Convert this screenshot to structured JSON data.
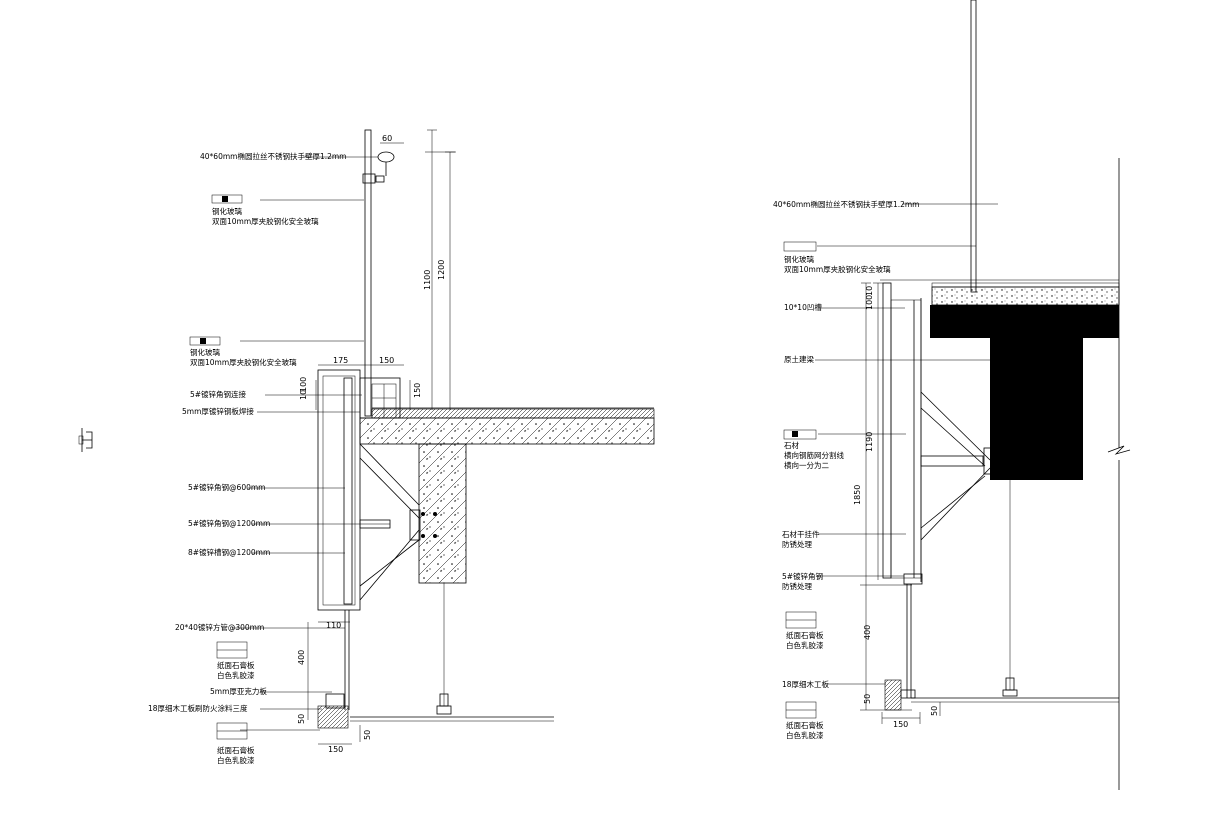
{
  "left_section": {
    "labels": {
      "handrail": "40*60mm椭圆拉丝不锈钢扶手壁厚1.2mm",
      "glass_top_1": "钢化玻璃",
      "glass_top_2": "双面10mm厚夹胶钢化安全玻璃",
      "glass_mid_1": "钢化玻璃",
      "glass_mid_2": "双面10mm厚夹胶钢化安全玻璃",
      "angle_steel_upper": "5#镀锌角钢连接",
      "steel_plate": "5mm厚镀锌钢板焊接",
      "angle_600": "5#镀锌角钢@600mm",
      "angle_1200_a": "5#镀锌角钢@1200mm",
      "angle_1200_b": "8#镀锌槽钢@1200mm",
      "square_tube": "20*40镀锌方管@300mm",
      "paint_1_1": "纸面石膏板",
      "paint_1_2": "白色乳胶漆",
      "trim_strip": "5mm厚亚克力板",
      "base_board": "18厚细木工板刷防火涂料三度",
      "paint_2_1": "纸面石膏板",
      "paint_2_2": "白色乳胶漆"
    },
    "dims": {
      "d60": "60",
      "d175": "175",
      "d150_top": "150",
      "d1100": "1100",
      "d1200": "1200",
      "d100": "100",
      "d10": "10",
      "d150_side": "150",
      "d110": "110",
      "d400": "400",
      "d50": "50",
      "d150_bottom": "150",
      "d50_b": "50"
    }
  },
  "right_section": {
    "labels": {
      "handrail": "40*60mm椭圆拉丝不锈钢扶手壁厚1.2mm",
      "glass_1": "钢化玻璃",
      "glass_2": "双面10mm厚夹胶钢化安全玻璃",
      "groove": "10*10凹槽",
      "beam": "原土建梁",
      "stone_1": "石材",
      "stone_2": "横向钢筋网分割线",
      "stone_3": "横向一分为二",
      "stone_hang_1": "石材干挂件",
      "stone_hang_2": "防锈处理",
      "angle_1": "5#镀锌角钢",
      "angle_2": "防锈处理",
      "paint_1_1": "纸面石膏板",
      "paint_1_2": "白色乳胶漆",
      "base_board": "18厚细木工板",
      "paint_2_1": "纸面石膏板",
      "paint_2_2": "白色乳胶漆"
    },
    "dims": {
      "d10": "10",
      "d100": "100",
      "d1190": "1190",
      "d1850": "1850",
      "d400": "400",
      "d50": "50",
      "d150": "150",
      "d50_b": "50"
    }
  }
}
